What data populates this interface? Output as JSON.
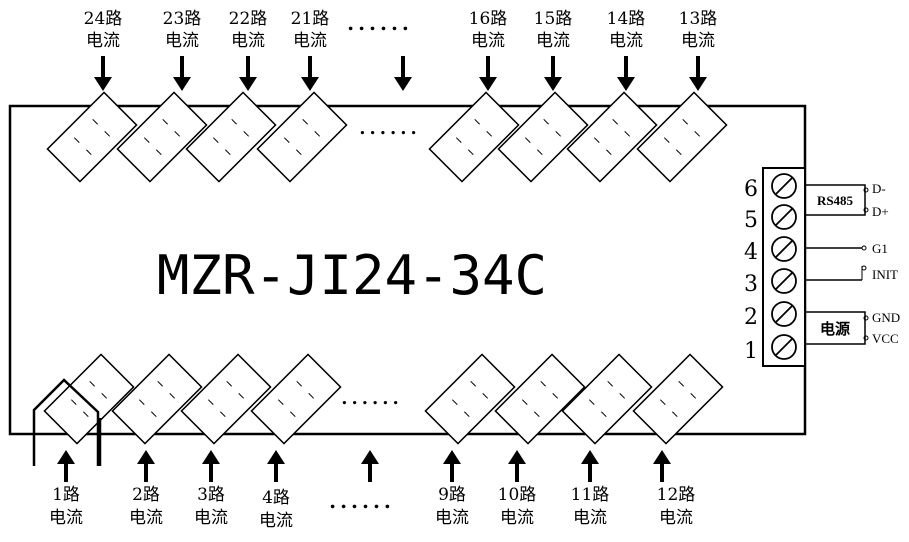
{
  "model": "MZR-JI24-34C",
  "top_channels": [
    {
      "num": "24路",
      "unit": "电流"
    },
    {
      "num": "23路",
      "unit": "电流"
    },
    {
      "num": "22路",
      "unit": "电流"
    },
    {
      "num": "21路",
      "unit": "电流"
    },
    {
      "num": "16路",
      "unit": "电流"
    },
    {
      "num": "15路",
      "unit": "电流"
    },
    {
      "num": "14路",
      "unit": "电流"
    },
    {
      "num": "13路",
      "unit": "电流"
    }
  ],
  "bottom_channels": [
    {
      "num": "1路",
      "unit": "电流"
    },
    {
      "num": "2路",
      "unit": "电流"
    },
    {
      "num": "3路",
      "unit": "电流"
    },
    {
      "num": "4路",
      "unit": "电流"
    },
    {
      "num": "9路",
      "unit": "电流"
    },
    {
      "num": "10路",
      "unit": "电流"
    },
    {
      "num": "11路",
      "unit": "电流"
    },
    {
      "num": "12路",
      "unit": "电流"
    }
  ],
  "ellipsis": "......",
  "terminals": {
    "pin_numbers": [
      "6",
      "5",
      "4",
      "3",
      "2",
      "1"
    ],
    "rs485_label": "RS485",
    "d_minus": "D-",
    "d_plus": "D+",
    "g1": "G1",
    "init": "INIT",
    "gnd": "GND",
    "vcc": "VCC",
    "power_label": "电源"
  }
}
